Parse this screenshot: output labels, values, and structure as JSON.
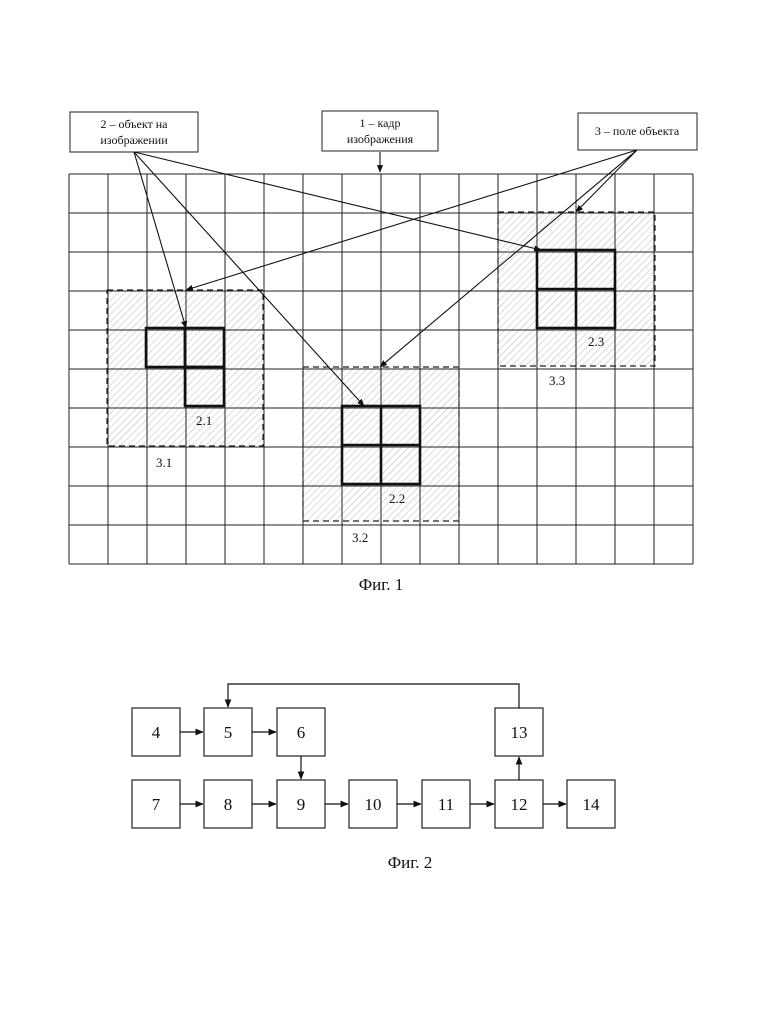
{
  "figure1": {
    "callouts": {
      "object": {
        "line1": "2 – объект на",
        "line2": "изображении"
      },
      "frame": {
        "line1": "1 – кадр",
        "line2": "изображения"
      },
      "field": {
        "line1": "3 – поле объекта"
      }
    },
    "labels": {
      "obj1": "2.1",
      "obj2": "2.2",
      "obj3": "2.3",
      "field1": "3.1",
      "field2": "3.2",
      "field3": "3.3"
    },
    "caption": "Фиг. 1"
  },
  "figure2": {
    "blocks": {
      "b4": "4",
      "b5": "5",
      "b6": "6",
      "b7": "7",
      "b8": "8",
      "b9": "9",
      "b10": "10",
      "b11": "11",
      "b12": "12",
      "b13": "13",
      "b14": "14"
    },
    "caption": "Фиг. 2"
  },
  "colors": {
    "ink": "#111111",
    "hatch": "#b8b8b8"
  }
}
